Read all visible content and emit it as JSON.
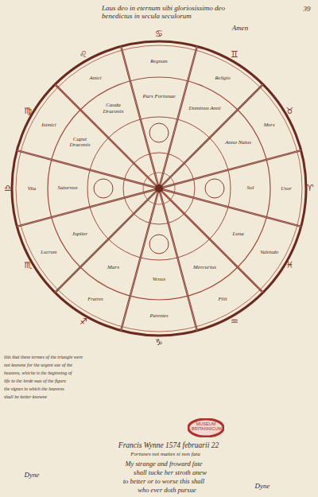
{
  "diagram": {
    "title": "Laus deo in eternum sibi gloriosissimo deo benedictus in secula seculorum",
    "nodes": [
      {
        "text": [
          "MUSEUM BRITANNICUM"
        ]
      }
    ],
    "labels": [
      "39",
      "Amen",
      "♈",
      "♓",
      "♒",
      "♑",
      "♐",
      "♏",
      "♎",
      "♍",
      "♌",
      "♋",
      "♊",
      "♉",
      "Uxor",
      "Valetudo",
      "Filii",
      "Parentes",
      "Fratres",
      "Lucrum",
      "Vita",
      "Inimici",
      "Amici",
      "Regnum",
      "Religio",
      "Mors",
      "Sol",
      "Luna",
      "Mercurius",
      "Venus",
      "Mars",
      "Jupiter",
      "Saturnus",
      "Caput Draconis",
      "Cauda Draconis",
      "Pars Fortunae",
      "Dominus Anni",
      "Anno Natus",
      "Francis Wynne 1574 februarii 22",
      "Fortunes not mattes si non fata",
      "My strange and froward fate",
      "shall tucke her stroth anew",
      "to better or to worse this shall",
      "who ever doth pursue",
      "Dyne",
      "this that these termes of the triangle were",
      "not knowne for the urgent use of the",
      "heavens, whiche is the beginning of",
      "life to the lorde was of the figure",
      "the signes in which the heavens",
      "shall be better knowne",
      "Dyne"
    ]
  }
}
